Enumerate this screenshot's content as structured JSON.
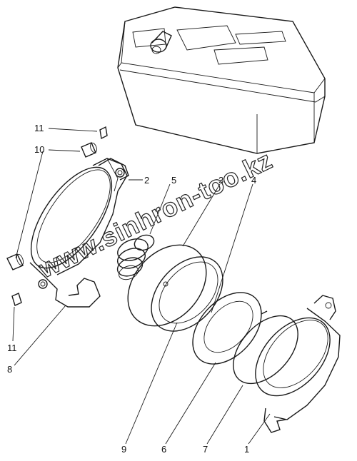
{
  "watermark": "www.sinhron-too.kz",
  "callouts": {
    "c1": "1",
    "c2": "2",
    "c3": "3",
    "c4": "4",
    "c5": "5",
    "c6": "6",
    "c7": "7",
    "c8": "8",
    "c9": "9",
    "c10": "10",
    "c11_top": "11",
    "c11_bottom": "11"
  },
  "colors": {
    "line": "#1a1a1a",
    "background": "#ffffff"
  }
}
